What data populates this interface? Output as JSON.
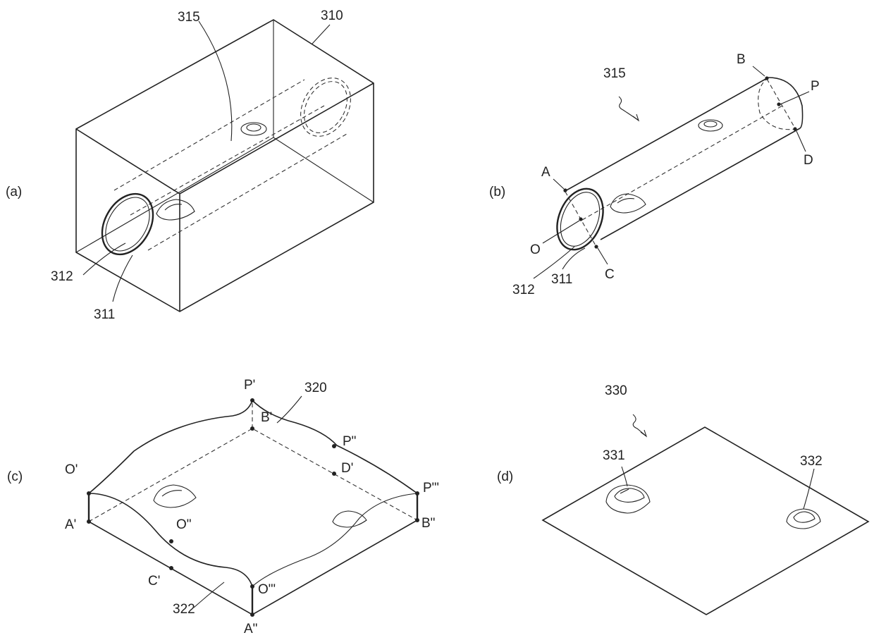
{
  "panels": {
    "a": {
      "label": "(a)",
      "refs": {
        "block": "310",
        "cylinder": "315",
        "inner_wall": "312",
        "outer_wall": "311"
      }
    },
    "b": {
      "label": "(b)",
      "refs": {
        "cylinder": "315",
        "inner_wall": "312",
        "outer_wall": "311"
      },
      "points": {
        "A": "A",
        "B": "B",
        "C": "C",
        "D": "D",
        "O": "O",
        "P": "P"
      }
    },
    "c": {
      "label": "(c)",
      "refs": {
        "surface": "320",
        "side": "322"
      },
      "points": {
        "P1": "P'",
        "B1": "B'",
        "P2": "P\"",
        "D1": "D'",
        "P3": "P\"'",
        "B2": "B\"",
        "O1": "O'",
        "A1": "A'",
        "O2": "O\"",
        "C1": "C'",
        "O3": "O\"'",
        "A2": "A\""
      }
    },
    "d": {
      "label": "(d)",
      "refs": {
        "sheet": "330",
        "bump1": "331",
        "bump2": "332"
      }
    }
  }
}
